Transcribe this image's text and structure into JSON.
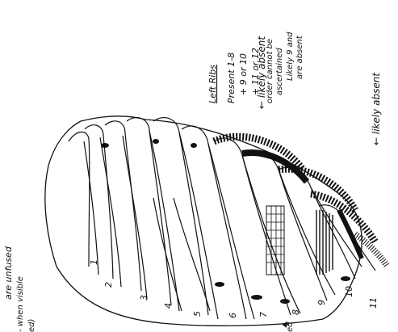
{
  "notes": {
    "title": "Left Ribs",
    "lines": [
      "Present 1-8",
      "+ 9 or 10",
      "+ 11 or 12",
      "order cannot be",
      "ascertained",
      "Likely 9 and",
      "are absent"
    ]
  },
  "annotations": {
    "likely_absent_upper": "← likely absent",
    "likely_absent_lower": "← likely absent",
    "left_margin": [
      "are unfused",
      "- when visible",
      "ed)"
    ],
    "bottom_mark": "ed"
  },
  "rib_labels": [
    "1",
    "2",
    "3",
    "4",
    "5",
    "6",
    "7",
    "8",
    "9",
    "10",
    "11"
  ],
  "colors": {
    "ink": "#111111",
    "paper": "#ffffff"
  }
}
